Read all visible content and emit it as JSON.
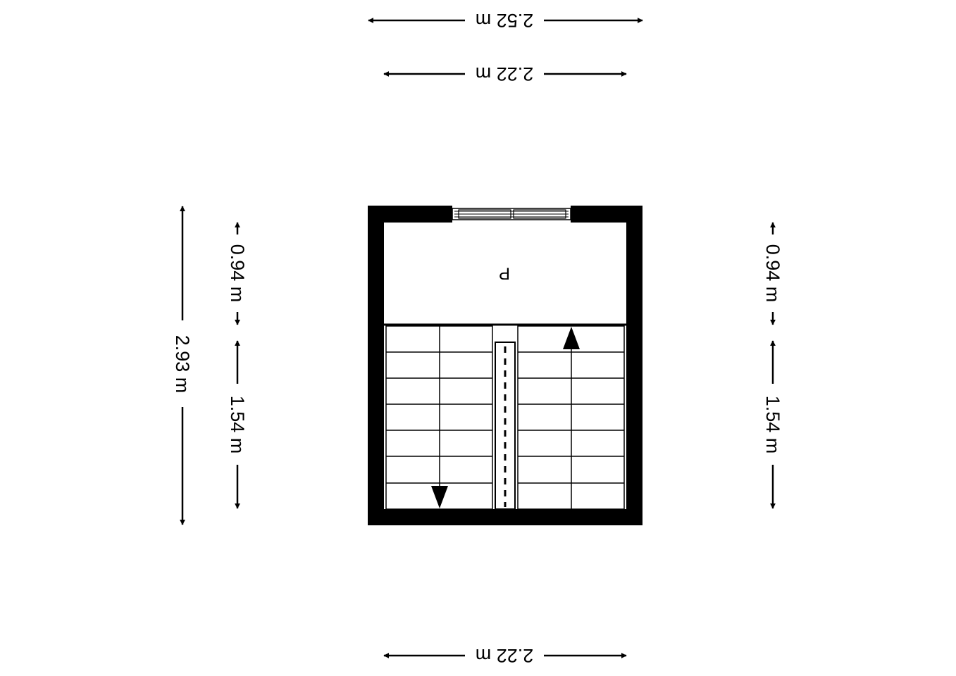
{
  "dimensions": {
    "top_outer": "2.52 m",
    "top_inner": "2.22 m",
    "bottom": "2.22 m",
    "left_total": "2.93 m",
    "left_upper": "0.94 m",
    "left_lower": "1.54 m",
    "right_upper": "0.94 m",
    "right_lower": "1.54 m"
  },
  "rooms": {
    "landing_label": "P"
  },
  "colors": {
    "wall": "#000000",
    "line": "#000000",
    "background": "#ffffff"
  },
  "stairs": {
    "flights": 2,
    "columns_per_flight": 2,
    "treads_per_flight": 7,
    "direction_left": "down",
    "direction_right": "up"
  }
}
